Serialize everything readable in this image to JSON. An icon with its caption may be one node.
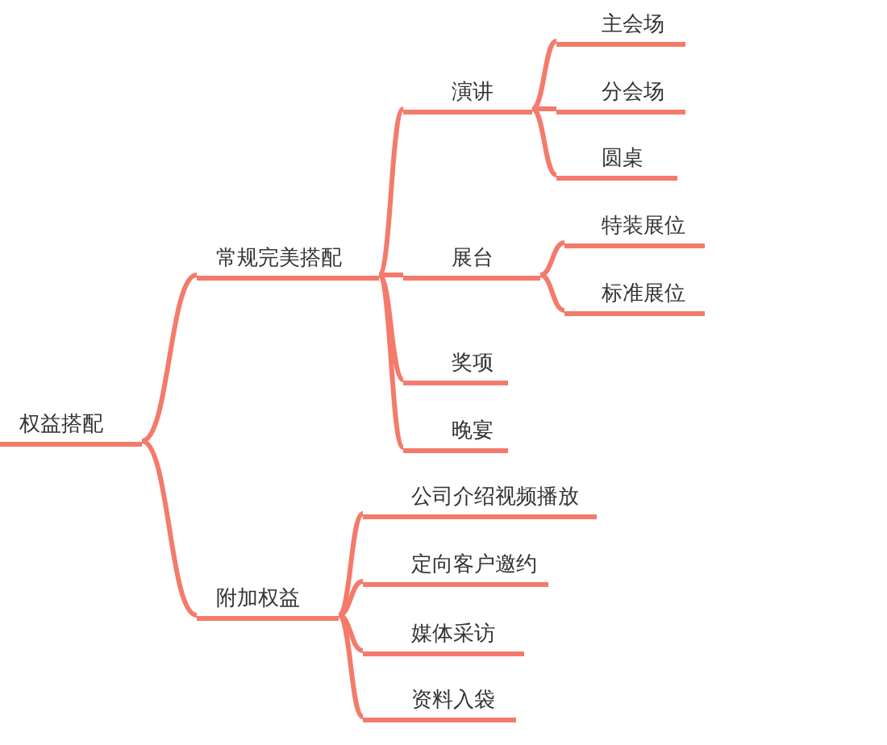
{
  "diagram": {
    "nodes": [
      {
        "text": [
          "权益搭配"
        ]
      },
      {
        "text": [
          "常规完美搭配"
        ]
      },
      {
        "text": [
          "附加权益"
        ]
      },
      {
        "text": [
          "演讲"
        ]
      },
      {
        "text": [
          "展台"
        ]
      },
      {
        "text": [
          "奖项"
        ]
      },
      {
        "text": [
          "晚宴"
        ]
      },
      {
        "text": [
          "主会场"
        ]
      },
      {
        "text": [
          "分会场"
        ]
      },
      {
        "text": [
          "圆桌"
        ]
      },
      {
        "text": [
          "特装展位"
        ]
      },
      {
        "text": [
          "标准展位"
        ]
      },
      {
        "text": [
          "公司介绍视频播放"
        ]
      },
      {
        "text": [
          "定向客户邀约"
        ]
      },
      {
        "text": [
          "媒体采访"
        ]
      },
      {
        "text": [
          "资料入袋"
        ]
      }
    ],
    "edges": [
      {
        "from": 0,
        "to": 1,
        "arrow": "none"
      },
      {
        "from": 0,
        "to": 2,
        "arrow": "none"
      },
      {
        "from": 1,
        "to": 3,
        "arrow": "none"
      },
      {
        "from": 1,
        "to": 4,
        "arrow": "none"
      },
      {
        "from": 1,
        "to": 5,
        "arrow": "none"
      },
      {
        "from": 1,
        "to": 6,
        "arrow": "none"
      },
      {
        "from": 3,
        "to": 7,
        "arrow": "none"
      },
      {
        "from": 3,
        "to": 8,
        "arrow": "none"
      },
      {
        "from": 3,
        "to": 9,
        "arrow": "none"
      },
      {
        "from": 4,
        "to": 10,
        "arrow": "none"
      },
      {
        "from": 4,
        "to": 11,
        "arrow": "none"
      },
      {
        "from": 2,
        "to": 12,
        "arrow": "none"
      },
      {
        "from": 2,
        "to": 13,
        "arrow": "none"
      },
      {
        "from": 2,
        "to": 14,
        "arrow": "none"
      },
      {
        "from": 2,
        "to": 15,
        "arrow": "none"
      }
    ]
  }
}
